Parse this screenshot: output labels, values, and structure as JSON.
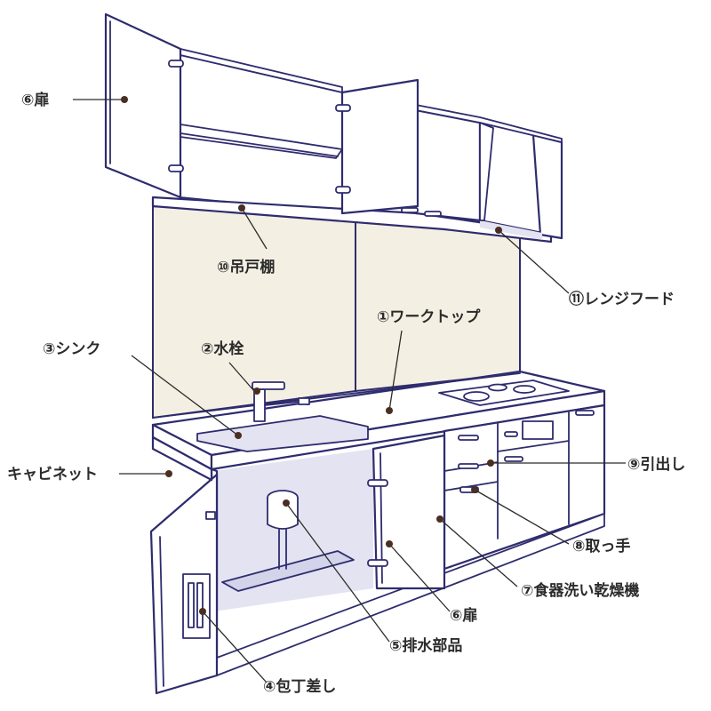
{
  "labels": {
    "door_top": "⑥扉",
    "wall_cabinet": "⑩吊戸棚",
    "range_hood": "⑪レンジフード",
    "worktop": "①ワークトップ",
    "faucet": "②水栓",
    "sink": "③シンク",
    "cabinet": "キャビネット",
    "drawer": "⑨引出し",
    "handle": "⑧取っ手",
    "dishwasher": "⑦食器洗い乾燥機",
    "door_bottom": "⑥扉",
    "drain_parts": "⑤排水部品",
    "knife_rack": "④包丁差し"
  },
  "colors": {
    "outline": "#2e2c6e",
    "wall": "#f4efe3",
    "shade": "#e3e3f1",
    "leader": "#2b2b2b",
    "dot": "#4a2e22"
  }
}
